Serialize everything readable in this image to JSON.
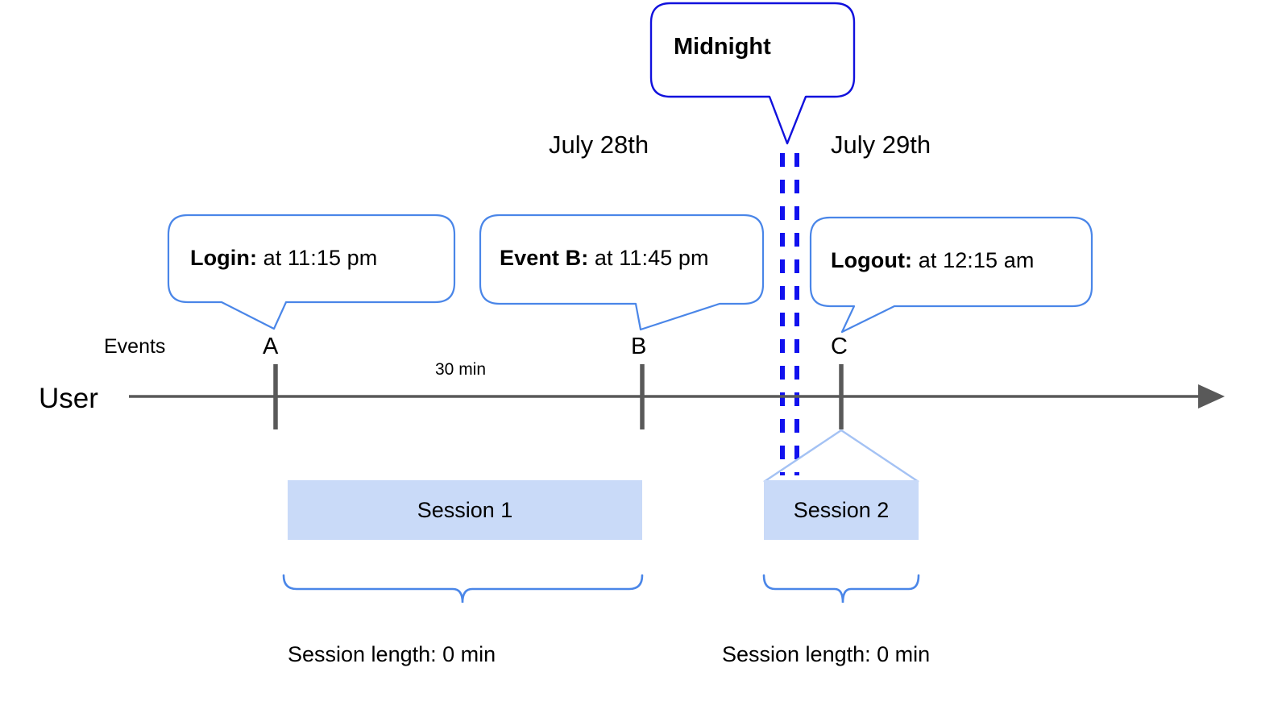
{
  "diagram": {
    "title_callout": {
      "label": "Midnight"
    },
    "dates": [
      {
        "name": "date-july-28",
        "label": "July 28th"
      },
      {
        "name": "date-july-29",
        "label": "July 29th"
      }
    ],
    "axis": {
      "row_label": "User",
      "events_label": "Events",
      "duration_label": "30 min"
    },
    "events": [
      {
        "letter": "A",
        "callout_lead": "Login:",
        "callout_rest": " at 11:15 pm"
      },
      {
        "letter": "B",
        "callout_lead": "Event B:",
        "callout_rest": " at 11:45 pm"
      },
      {
        "letter": "C",
        "callout_lead": "Logout:",
        "callout_rest": " at 12:15 am"
      }
    ],
    "sessions": [
      {
        "name": "session-1",
        "label": "Session 1",
        "length_label": "Session length: 0 min"
      },
      {
        "name": "session-2",
        "label": "Session 2",
        "length_label": "Session length: 0 min"
      }
    ],
    "colors": {
      "callout_border": "#4a86e8",
      "midnight_border": "#1111dd",
      "midnight_dashes": "#1111ee",
      "session_fill": "#c9daf8",
      "brace": "#4a86e8",
      "axis": "#595959",
      "tick": "#595959"
    }
  }
}
